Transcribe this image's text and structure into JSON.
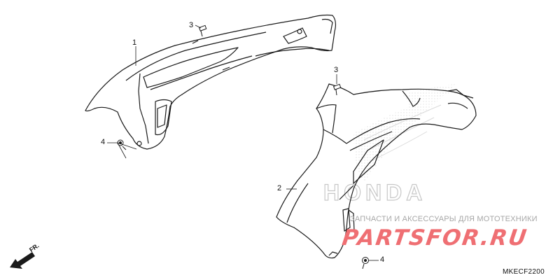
{
  "diagram": {
    "callouts": [
      {
        "id": "c1",
        "text": "1"
      },
      {
        "id": "c2",
        "text": "2"
      },
      {
        "id": "c3a",
        "text": "3"
      },
      {
        "id": "c3b",
        "text": "3"
      },
      {
        "id": "c4a",
        "text": "4"
      },
      {
        "id": "c4b",
        "text": "4"
      }
    ],
    "direction_label": "FR.",
    "diagram_code": "MKECF2200"
  },
  "watermark": {
    "tagline": "ЗАПЧАСТИ И АКСЕССУАРЫ ДЛЯ МОТОТЕХНИКИ",
    "brand": "PARTSFOR.RU",
    "logo_text": "HONDA"
  },
  "colors": {
    "line": "#1a1a1a",
    "watermark_gray": "#a7a7a7",
    "watermark_red": "#ef6f73",
    "logo_gray": "#c8c8c8"
  }
}
